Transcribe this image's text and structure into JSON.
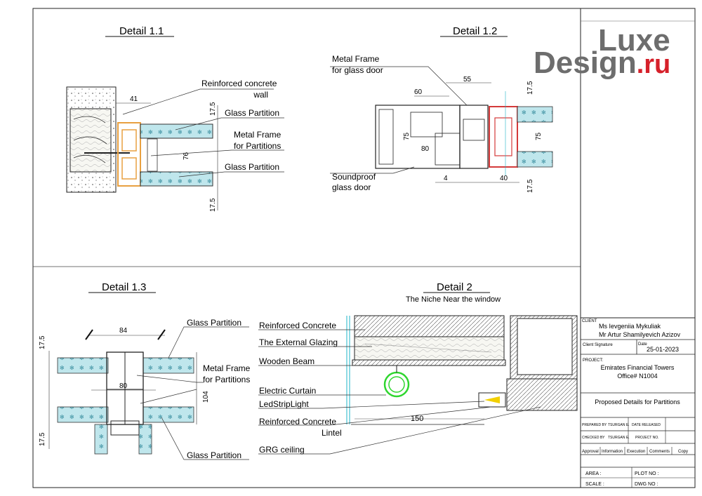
{
  "logo": {
    "line1": "Luxe",
    "line2_main": "Design",
    "line2_suffix": ".ru"
  },
  "details": {
    "d11": {
      "title": "Detail 1.1",
      "labels": {
        "rc_wall_1": "Reinforced concrete",
        "rc_wall_2": "wall",
        "glass_top": "Glass Partition",
        "frame_1": "Metal Frame",
        "frame_2": "for Partitions",
        "glass_bottom": "Glass Partition"
      },
      "dims": {
        "d41": "41",
        "d175_top": "17.5",
        "d76": "76",
        "d175_bottom": "17.5"
      }
    },
    "d12": {
      "title": "Detail 1.2",
      "labels": {
        "frame_1": "Metal Frame",
        "frame_2": "for glass door",
        "door_1": "Soundproof",
        "door_2": "glass door"
      },
      "dims": {
        "d55": "55",
        "d60": "60",
        "d175_top": "17.5",
        "d75_left": "75",
        "d80": "80",
        "d75_right": "75",
        "d4": "4",
        "d40": "40",
        "d175_bottom": "17.5"
      }
    },
    "d13": {
      "title": "Detail 1.3",
      "labels": {
        "glass_top": "Glass Partition",
        "frame_1": "Metal Frame",
        "frame_2": "for Partitions",
        "glass_bottom": "Glass Partition"
      },
      "dims": {
        "d84": "84",
        "d80": "80",
        "d104": "104",
        "d175_top": "17.5",
        "d175_bottom": "17.5"
      }
    },
    "d2": {
      "title": "Detail 2",
      "subtitle": "The Niche Near the window",
      "labels": {
        "rc": "Reinforced Concrete",
        "glazing": "The External Glazing",
        "beam": "Wooden Beam",
        "curtain": "Electric Curtain",
        "led": "LedStripLight",
        "lintel_1": "Reinforced Concrete",
        "lintel_2": "Lintel",
        "grg": "GRG ceiling"
      },
      "dims": {
        "d150": "150"
      }
    }
  },
  "title_block": {
    "client_label": "CLIENT",
    "client_1": "Ms Ievgeniia Mykuliak",
    "client_2": "Mr Artur Shamilyevich Azizov",
    "signature_label": "Client Signature",
    "date_label": "Date",
    "date_value": "25-01-2023",
    "project_label": "PROJECT:",
    "project_1": "Emirates Financial Towers",
    "project_2": "Office# N1004",
    "drawing_title": "Proposed Details for Partitions",
    "prepared_label": "PREPARED BY",
    "prepared_value": "TSURGAN E.",
    "date_released": "DATE RELEASED",
    "checked_label": "CHECKED BY",
    "checked_value": "TSURGAN E.",
    "project_no": "PROJECT NO.",
    "status_cols": [
      "Approval",
      "Information",
      "Execution",
      "Comments",
      "Copy"
    ],
    "area_label": "AREA :",
    "plot_label": "PLOT NO :",
    "scale_label": "SCALE :",
    "dwg_label": "DWG NO :"
  },
  "colors": {
    "glass": "#bfe6ec",
    "glass_dot": "#3a8fa0",
    "frame_orange": "#e8a040",
    "frame_red": "#d43a3a",
    "curtain_green": "#2fd62f",
    "led_yellow": "#f2d000",
    "logo_grey": "#6d6d6d",
    "logo_red": "#d6202a"
  }
}
